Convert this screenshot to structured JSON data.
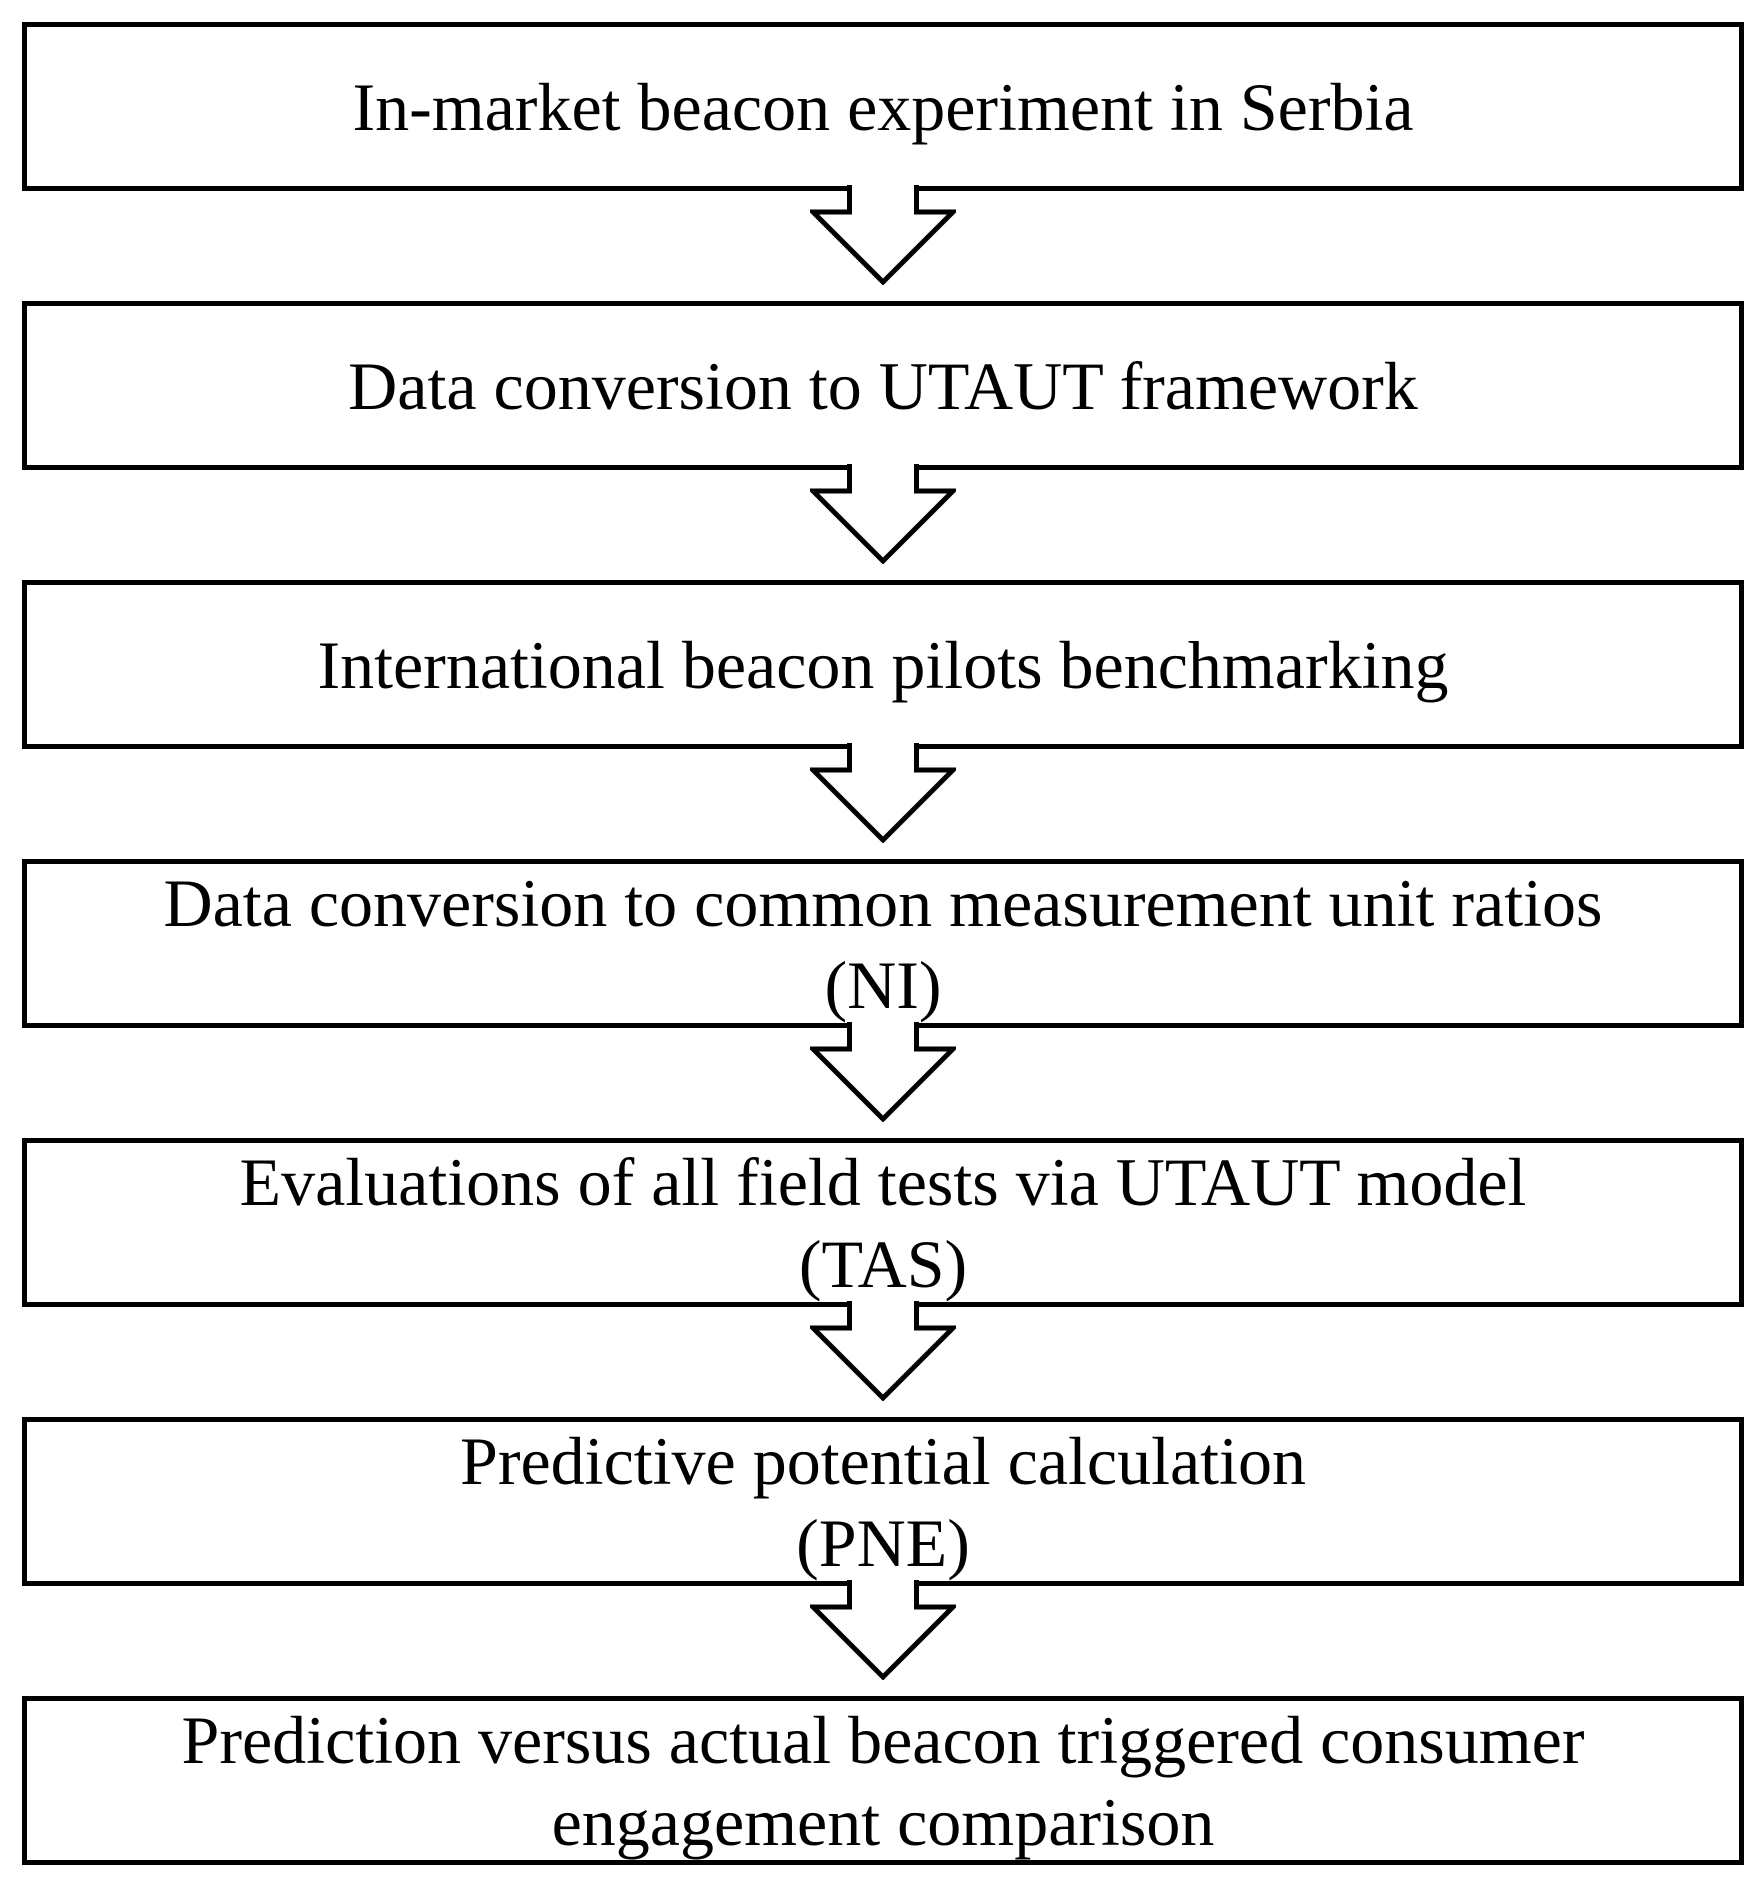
{
  "diagram": {
    "type": "flowchart",
    "direction": "top-down",
    "connector": "hollow-block-down-arrow",
    "colors": {
      "background": "#ffffff",
      "box_border": "#000000",
      "box_fill": "#ffffff",
      "text": "#000000",
      "arrow_outline": "#000000",
      "arrow_fill": "#ffffff"
    },
    "steps": [
      {
        "lines": [
          "In-market beacon experiment in Serbia"
        ]
      },
      {
        "lines": [
          "Data conversion to UTAUT framework"
        ]
      },
      {
        "lines": [
          "International beacon pilots benchmarking"
        ]
      },
      {
        "lines": [
          "Data conversion to common measurement unit ratios",
          "(NI)"
        ]
      },
      {
        "lines": [
          "Evaluations of all field tests via UTAUT model",
          "(TAS)"
        ]
      },
      {
        "lines": [
          "Predictive potential calculation",
          "(PNE)"
        ]
      },
      {
        "lines": [
          "Prediction versus actual beacon triggered consumer",
          "engagement comparison"
        ]
      }
    ]
  }
}
